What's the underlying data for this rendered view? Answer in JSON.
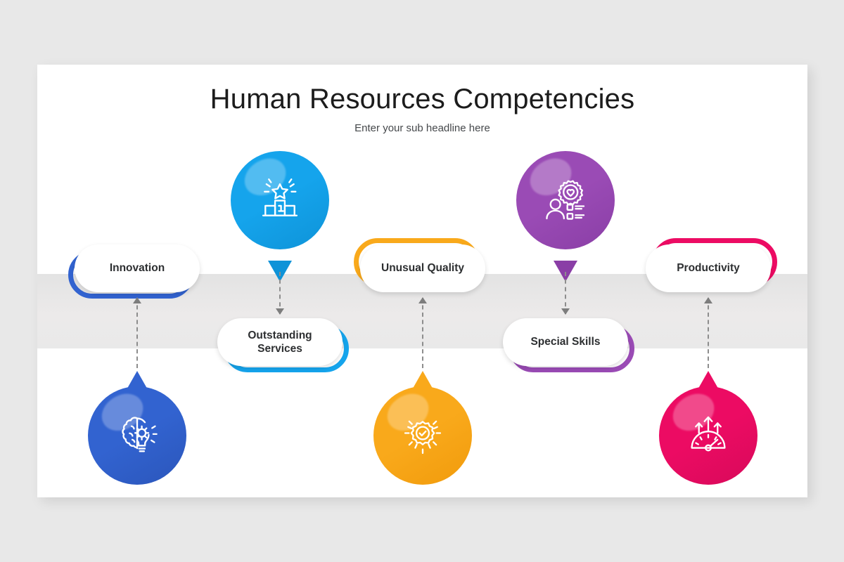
{
  "slide": {
    "title": "Human Resources Competencies",
    "subtitle": "Enter your sub headline here",
    "background_color": "#e8e8e8",
    "surface_color": "#ffffff",
    "band_color": "#e9e9e9"
  },
  "items": [
    {
      "id": "innovation",
      "label": "Innovation",
      "color": "#3263d0",
      "color_dark": "#2b56bb",
      "icon": "brain-bulb-gear-icon",
      "pin_position": "bottom",
      "pin_tail": "up",
      "label_position": "top",
      "connector_direction": "up"
    },
    {
      "id": "outstanding-services",
      "label": "Outstanding Services",
      "color": "#15a4ec",
      "color_dark": "#0e93d8",
      "icon": "podium-winner-star-icon",
      "pin_position": "top",
      "pin_tail": "down",
      "label_position": "bottom",
      "connector_direction": "down"
    },
    {
      "id": "unusual-quality",
      "label": "Unusual Quality",
      "color": "#f9a91b",
      "color_dark": "#f19b0c",
      "icon": "quality-badge-check-icon",
      "pin_position": "bottom",
      "pin_tail": "up",
      "label_position": "top",
      "connector_direction": "up"
    },
    {
      "id": "special-skills",
      "label": "Special Skills",
      "color": "#9a4bb5",
      "color_dark": "#8a3ea6",
      "icon": "person-gear-heart-checklist-icon",
      "pin_position": "top",
      "pin_tail": "down",
      "label_position": "bottom",
      "connector_direction": "down"
    },
    {
      "id": "productivity",
      "label": "Productivity",
      "color": "#ec0b63",
      "color_dark": "#d80a5a",
      "icon": "speedometer-arrows-icon",
      "pin_position": "bottom",
      "pin_tail": "up",
      "label_position": "top",
      "connector_direction": "up"
    }
  ]
}
